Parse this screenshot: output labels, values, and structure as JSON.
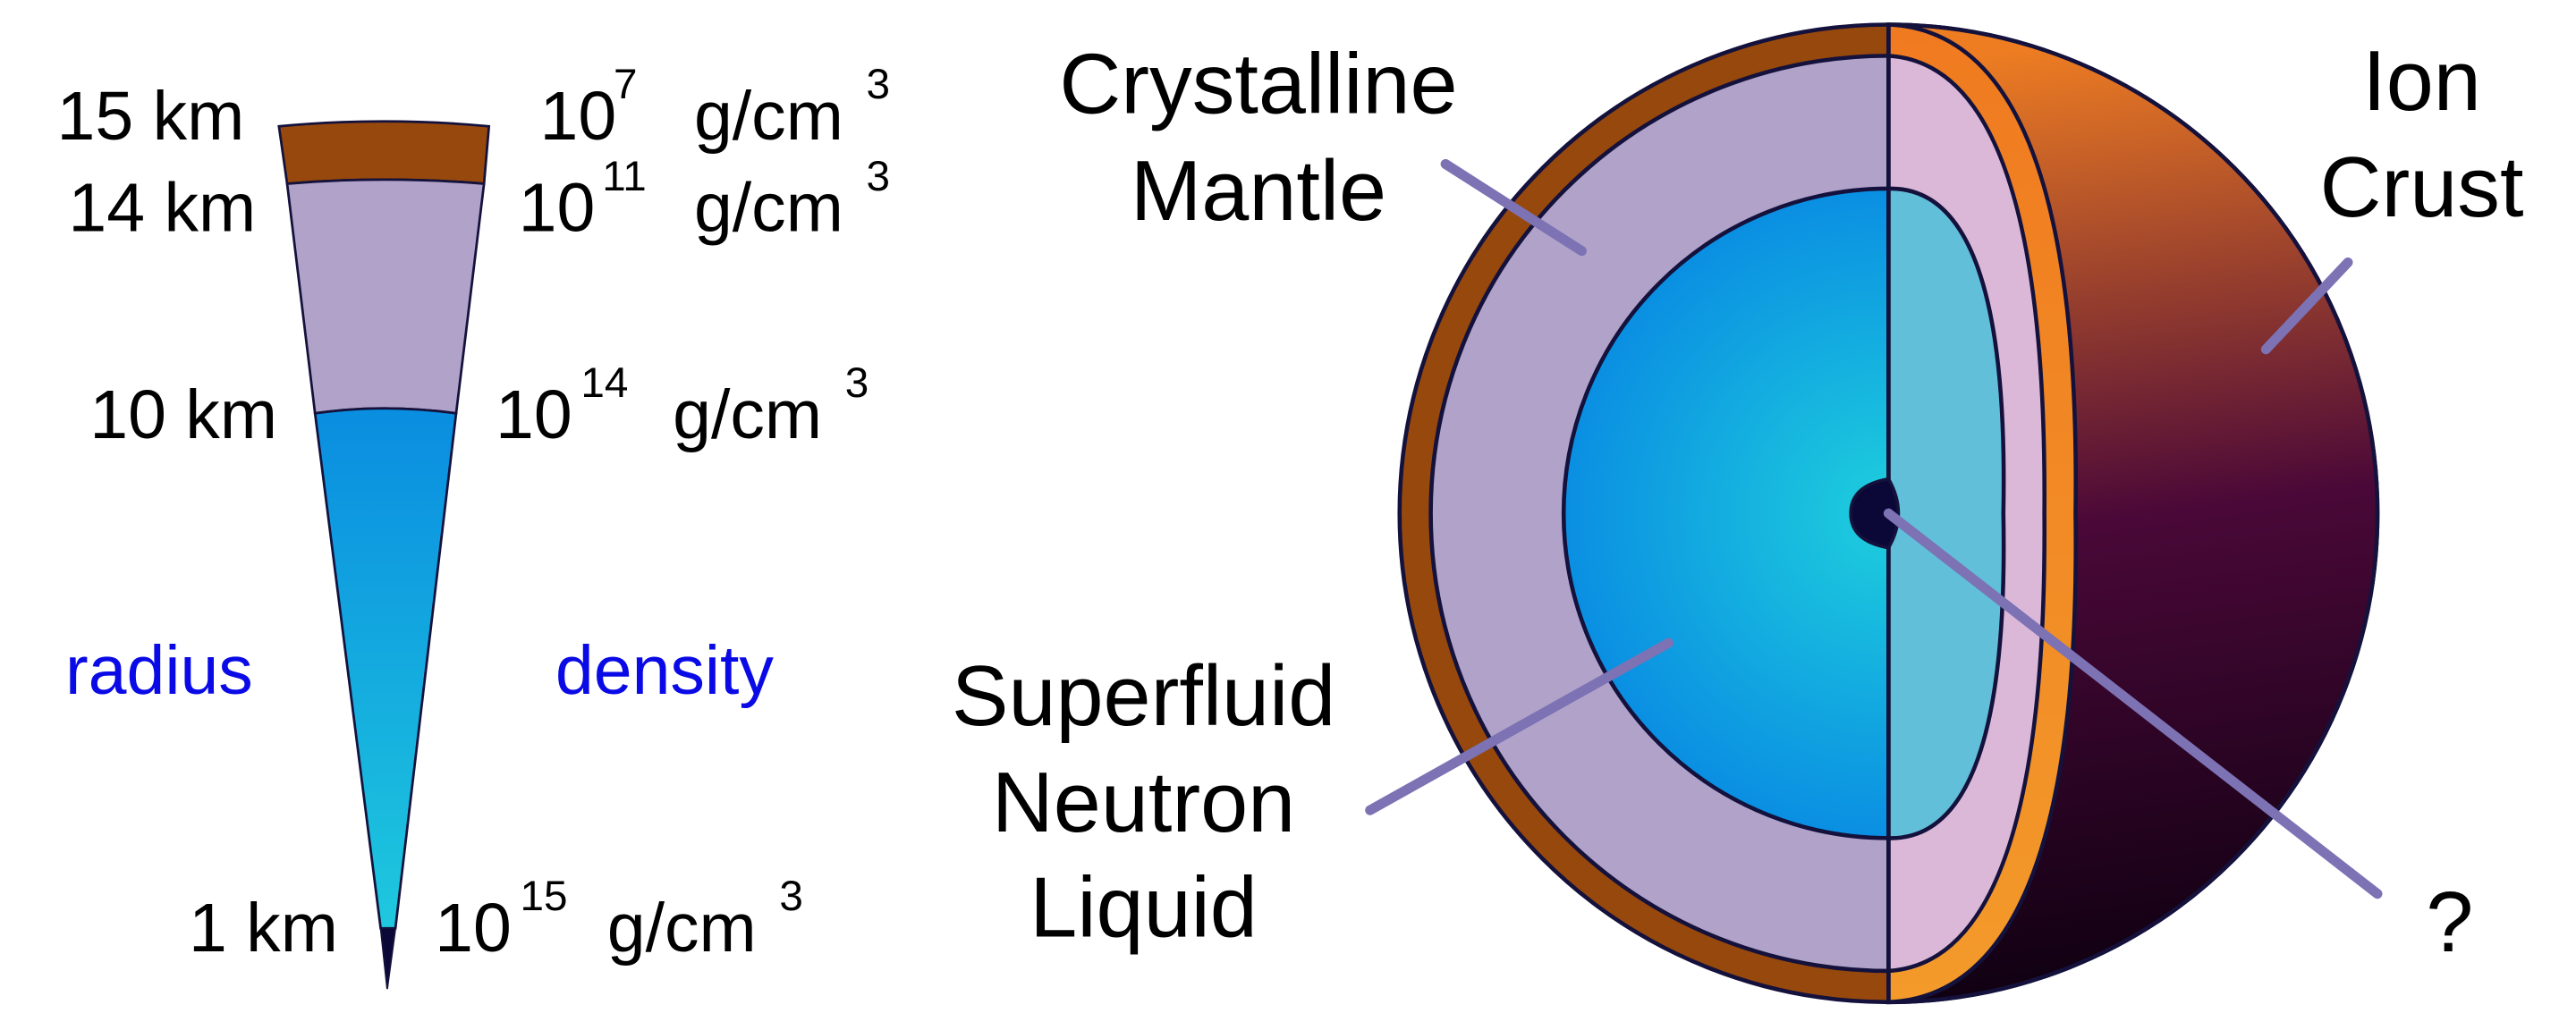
{
  "wedge": {
    "radius_labels": [
      "15 km",
      "14 km",
      "10 km",
      "1 km"
    ],
    "density_labels": [
      {
        "base": "10",
        "exp": "7",
        "unit": "g/cm",
        "unit_exp": "3"
      },
      {
        "base": "10",
        "exp": "11",
        "unit": "g/cm",
        "unit_exp": "3"
      },
      {
        "base": "10",
        "exp": "14",
        "unit": "g/cm",
        "unit_exp": "3"
      },
      {
        "base": "10",
        "exp": "15",
        "unit": "g/cm",
        "unit_exp": "3"
      }
    ],
    "radius_heading": "radius",
    "density_heading": "density"
  },
  "sphere": {
    "labels": {
      "mantle_line1": "Crystalline",
      "mantle_line2": "Mantle",
      "crust_line1": "Ion",
      "crust_line2": "Crust",
      "liquid_line1": "Superfluid",
      "liquid_line2": "Neutron",
      "liquid_line3": "Liquid",
      "core": "?"
    }
  },
  "colors": {
    "crust_brown": "#97480c",
    "crust_orange": "#f08b24",
    "mantle": "#b0a2c9",
    "mantle_light": "#dbb8d8",
    "liquid_blue": "#0a8ee0",
    "liquid_cyan": "#1ac3de",
    "core": "#0b0838",
    "outline": "#14123c",
    "leader": "#7c72b4",
    "heading_blue": "#0a0ae6"
  }
}
